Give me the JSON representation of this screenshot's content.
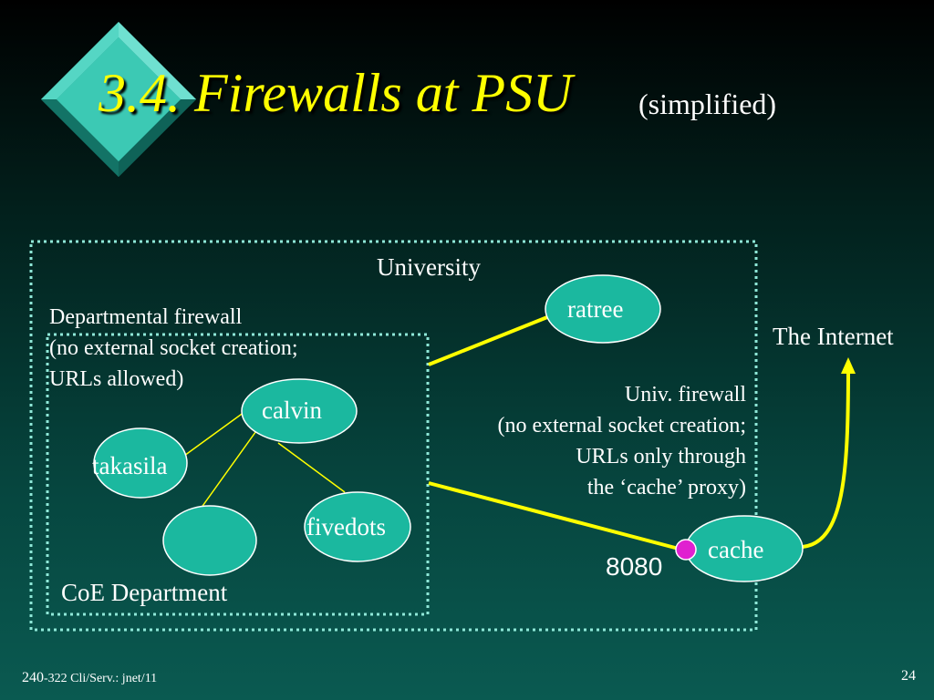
{
  "slide": {
    "title": "3.4. Firewalls at PSU",
    "subtitle": "(simplified)",
    "footer_course_num": "240",
    "footer_course_rest": "-322 Cli/Serv.: jnet/11",
    "page_number": "24"
  },
  "diagram": {
    "university_label": "University",
    "internet_label": "The Internet",
    "coe_label": "CoE Department",
    "dept_firewall_lines": [
      "Departmental firewall",
      "(no external socket creation;",
      "URLs allowed)"
    ],
    "univ_firewall_lines": [
      "Univ. firewall",
      "(no external socket creation;",
      "URLs only through",
      "the ‘cache’ proxy)"
    ],
    "port_label": "8080",
    "nodes": {
      "ratree": "ratree",
      "calvin": "calvin",
      "takasila": "takasila",
      "fivedots": "fivedots",
      "cache": "cache",
      "unnamed": ""
    },
    "colors": {
      "node_fill": "#1bb89f",
      "node_stroke": "#ffffff",
      "boundary": "#8fe8d8",
      "link": "#ffff00",
      "port_dot": "#e020d0",
      "title": "#ffff00",
      "diamond": "#3cc9b4"
    }
  }
}
